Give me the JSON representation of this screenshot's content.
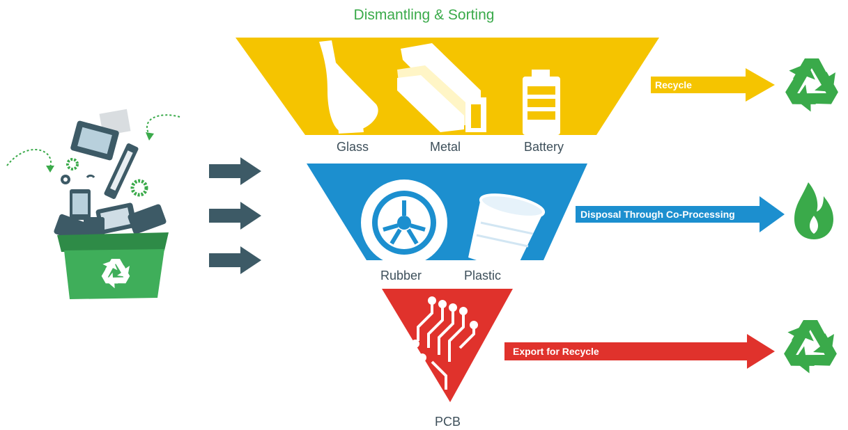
{
  "title": "Dismantling & Sorting",
  "tiers": [
    {
      "color": "#f5c400",
      "items": [
        "Glass",
        "Metal",
        "Battery"
      ],
      "action": "Recycle",
      "result_icon": "recycle-icon"
    },
    {
      "color": "#1c8fcf",
      "items": [
        "Rubber",
        "Plastic"
      ],
      "action": "Disposal Through Co-Processing",
      "result_icon": "flame-icon"
    },
    {
      "color": "#e0322c",
      "items": [
        "PCB"
      ],
      "action": "Export for Recycle",
      "result_icon": "recycle-icon"
    }
  ],
  "colors": {
    "green": "#3aaa4a",
    "flow_arrow": "#3d5a66",
    "label": "#3d4f5a"
  },
  "icons": [
    "e-waste-bin-icon",
    "glass-bottle-icon",
    "metal-beam-icon",
    "battery-icon",
    "tire-icon",
    "plastic-cup-icon",
    "circuit-icon",
    "recycle-icon",
    "flame-icon"
  ]
}
